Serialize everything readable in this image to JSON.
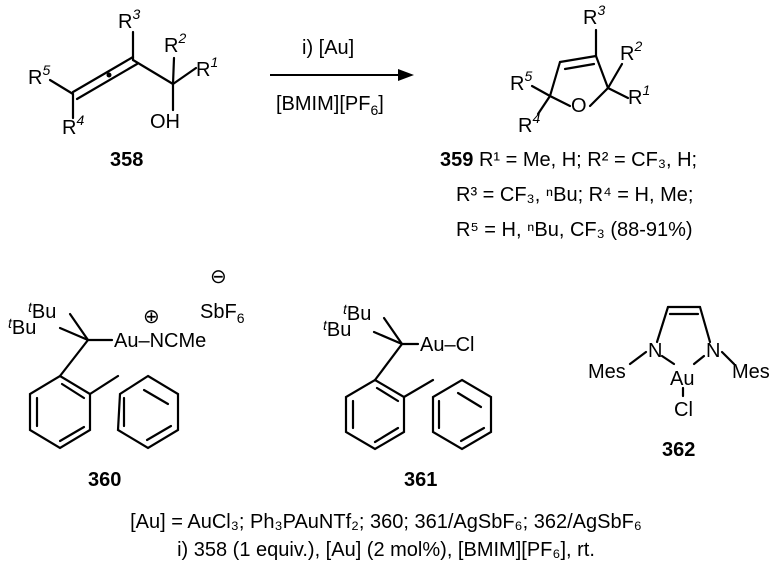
{
  "reaction": {
    "arrow_top": "i) [Au]",
    "arrow_bottom_main": "[BMIM][PF",
    "arrow_bottom_sub": "6",
    "arrow_bottom_end": "]"
  },
  "compound_358": {
    "label": "358",
    "R1": "R",
    "R1_sup": "1",
    "R2": "R",
    "R2_sup": "2",
    "R3": "R",
    "R3_sup": "3",
    "R4": "R",
    "R4_sup": "4",
    "R5": "R",
    "R5_sup": "5",
    "OH": "OH"
  },
  "compound_359": {
    "label": "359",
    "ring_O": "O",
    "line1": "R¹ = Me, H; R² = CF₃, H;",
    "line2": "R³ = CF₃, ⁿBu; R⁴ = H, Me;",
    "line3": "R⁵ = H, ⁿBu, CF₃ (88-91%)"
  },
  "compound_360": {
    "label": "360",
    "tBu_sup": "t",
    "tBu": "Bu",
    "au_ligand": "Au–NCMe",
    "charge_plus": "⊕",
    "charge_minus": "⊖",
    "counterion": "SbF",
    "counterion_sub": "6"
  },
  "compound_361": {
    "label": "361",
    "tBu_sup": "t",
    "tBu": "Bu",
    "au_ligand": "Au–Cl"
  },
  "compound_362": {
    "label": "362",
    "Mes": "Mes",
    "N": "N",
    "Au": "Au",
    "Cl": "Cl"
  },
  "footer": {
    "catalysts": "[Au] = AuCl₃; Ph₃PAuNTf₂; 360; 361/AgSbF₆; 362/AgSbF₆",
    "conditions": "i) 358 (1 equiv.), [Au] (2 mol%), [BMIM][PF₆], rt."
  }
}
